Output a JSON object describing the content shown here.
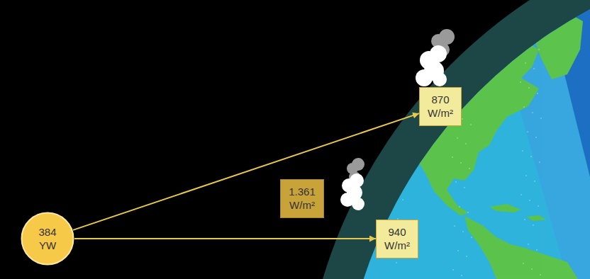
{
  "diagram": {
    "nodes": [
      {
        "text": [
          "384 YW"
        ]
      },
      {
        "text": [
          "870 W/m²"
        ]
      },
      {
        "text": [
          "1.361 W/m²"
        ]
      },
      {
        "text": [
          "940 W/m²"
        ]
      }
    ],
    "edges": [
      {
        "from": 0,
        "to": 1,
        "arrow": "to"
      },
      {
        "from": 0,
        "to": 3,
        "arrow": "to"
      }
    ]
  }
}
